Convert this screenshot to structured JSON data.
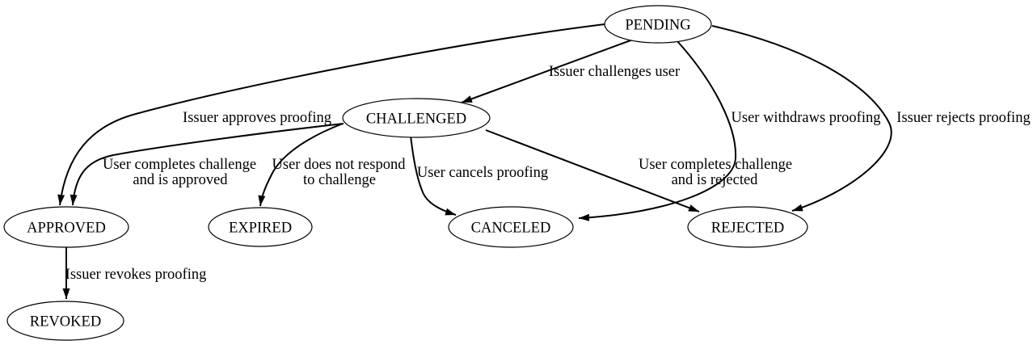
{
  "diagram": {
    "type": "state-machine",
    "background_color": "#ffffff",
    "line_color": "#000000",
    "text_color": "#000000",
    "nodes": [
      {
        "id": "pending",
        "label": "PENDING"
      },
      {
        "id": "challenged",
        "label": "CHALLENGED"
      },
      {
        "id": "approved",
        "label": "APPROVED"
      },
      {
        "id": "expired",
        "label": "EXPIRED"
      },
      {
        "id": "canceled",
        "label": "CANCELED"
      },
      {
        "id": "rejected",
        "label": "REJECTED"
      },
      {
        "id": "revoked",
        "label": "REVOKED"
      }
    ],
    "edges": [
      {
        "from": "PENDING",
        "to": "CHALLENGED",
        "label_lines": [
          "Issuer challenges user"
        ]
      },
      {
        "from": "PENDING",
        "to": "APPROVED",
        "label_lines": [
          "Issuer approves proofing"
        ]
      },
      {
        "from": "PENDING",
        "to": "CANCELED",
        "label_lines": [
          "User withdraws proofing"
        ]
      },
      {
        "from": "PENDING",
        "to": "REJECTED",
        "label_lines": [
          "Issuer rejects proofing"
        ]
      },
      {
        "from": "CHALLENGED",
        "to": "APPROVED",
        "label_lines": [
          "User completes challenge",
          "and is approved"
        ]
      },
      {
        "from": "CHALLENGED",
        "to": "EXPIRED",
        "label_lines": [
          "User does not respond",
          "to challenge"
        ]
      },
      {
        "from": "CHALLENGED",
        "to": "CANCELED",
        "label_lines": [
          "User cancels proofing"
        ]
      },
      {
        "from": "CHALLENGED",
        "to": "REJECTED",
        "label_lines": [
          "User completes challenge",
          "and is rejected"
        ]
      },
      {
        "from": "APPROVED",
        "to": "REVOKED",
        "label_lines": [
          "Issuer revokes proofing"
        ]
      }
    ]
  }
}
